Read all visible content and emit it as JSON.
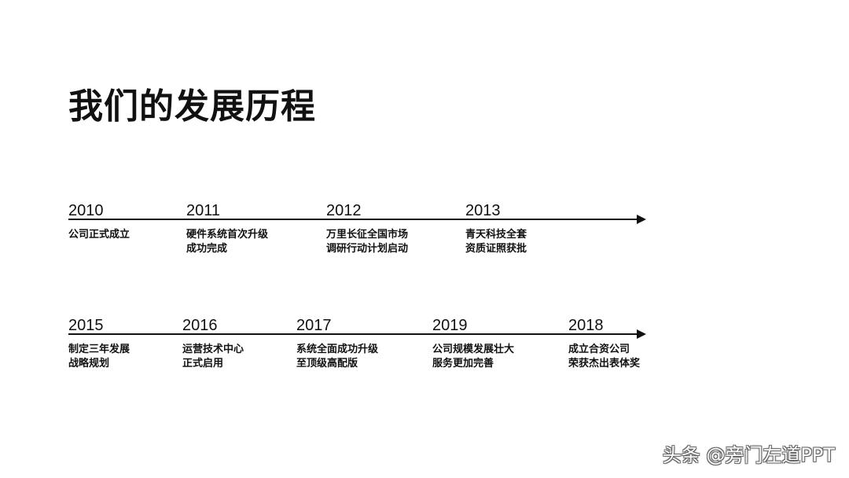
{
  "title": "我们的发展历程",
  "timeline_rows": [
    {
      "events": [
        {
          "year": "2010",
          "lines": [
            "公司正式成立"
          ]
        },
        {
          "year": "2011",
          "lines": [
            "硬件系统首次升级",
            "成功完成"
          ]
        },
        {
          "year": "2012",
          "lines": [
            "万里长征全国市场",
            "调研行动计划启动"
          ]
        },
        {
          "year": "2013",
          "lines": [
            "青天科技全套",
            "资质证照获批"
          ]
        }
      ]
    },
    {
      "events": [
        {
          "year": "2015",
          "lines": [
            "制定三年发展",
            "战略规划"
          ]
        },
        {
          "year": "2016",
          "lines": [
            "运营技术中心",
            "正式启用"
          ]
        },
        {
          "year": "2017",
          "lines": [
            "系统全面成功升级",
            "至顶级高配版"
          ]
        },
        {
          "year": "2019",
          "lines": [
            "公司规模发展壮大",
            "服务更加完善"
          ]
        },
        {
          "year": "2018",
          "lines": [
            "成立合资公司",
            "荣获杰出表体奖"
          ]
        }
      ]
    }
  ],
  "watermark": "头条 @旁门左道PPT",
  "colors": {
    "text": "#111111",
    "axis": "#111111",
    "background": "#ffffff"
  },
  "icons": {
    "arrow": "arrow-right-icon"
  }
}
